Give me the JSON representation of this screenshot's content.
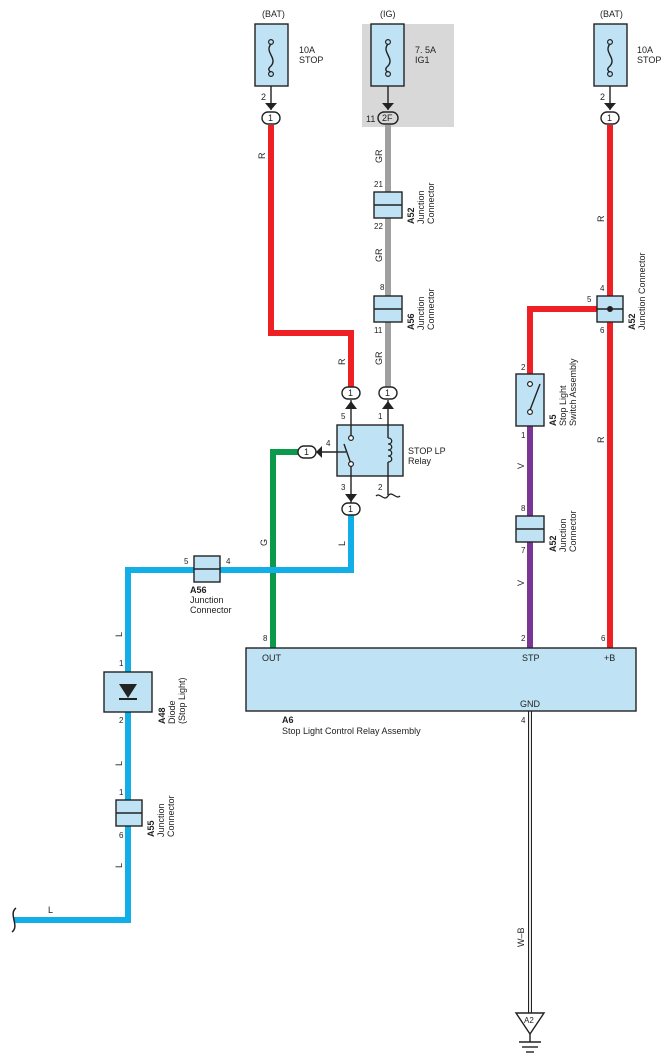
{
  "colors": {
    "red": "#ee2024",
    "gray": "#a0a0a0",
    "green": "#0a9a4a",
    "blue": "#12aee8",
    "purple": "#7b3595",
    "box_fill": "#bfe3f4",
    "ig_shade": "#d8d8d8"
  },
  "fuses": {
    "left": {
      "source": "(BAT)",
      "rating": "10A",
      "name": "STOP",
      "pin": "2",
      "conn": "1"
    },
    "middle": {
      "source": "(IG)",
      "rating": "7. 5A",
      "name": "IG1",
      "pin": "11",
      "conn": "2F"
    },
    "right": {
      "source": "(BAT)",
      "rating": "10A",
      "name": "STOP",
      "pin": "2",
      "conn": "1"
    }
  },
  "wires": {
    "r1": "R",
    "r2": "R",
    "gr1": "GR",
    "gr2": "GR",
    "gr3": "GR",
    "r3": "R",
    "r4": "R",
    "g": "G",
    "l1": "L",
    "l2": "L",
    "l3": "L",
    "l4": "L",
    "l5": "L",
    "v1": "V",
    "v2": "V",
    "wb": "W–B"
  },
  "connectors": {
    "a52_mid": {
      "code": "A52",
      "name": "Junction",
      "name2": "Connector",
      "pin_top": "21",
      "pin_bottom": "22"
    },
    "a56_mid": {
      "code": "A56",
      "name": "Junction",
      "name2": "Connector",
      "pin_top": "8",
      "pin_bottom": "11"
    },
    "a52_right": {
      "code": "A52",
      "name": "Junction Connector",
      "pin_top": "4",
      "pin_left": "5",
      "pin_bottom": "6"
    },
    "a52_lower": {
      "code": "A52",
      "name": "Junction",
      "name2": "Connector",
      "pin_top": "8",
      "pin_bottom": "7"
    },
    "a56_left": {
      "code": "A56",
      "name": "Junction",
      "name2": "Connector",
      "pin_left": "5",
      "pin_right": "4"
    },
    "a55": {
      "code": "A55",
      "name": "Junction",
      "name2": "Connector",
      "pin_top": "1",
      "pin_bottom": "6"
    }
  },
  "relay": {
    "name": "STOP LP",
    "name2": "Relay",
    "pin_top_left": "5",
    "pin_top_right": "1",
    "pin_left": "4",
    "pin_bottom_left": "3",
    "pin_bottom_right": "2",
    "conn1": "1",
    "conn2": "1",
    "conn3": "1",
    "conn4": "1"
  },
  "switch": {
    "code": "A5",
    "name": "Stop Light",
    "name2": "Switch Assembly",
    "pin_top": "2",
    "pin_bottom": "1"
  },
  "diode": {
    "code": "A48",
    "name": "Diode",
    "name2": "(Stop Light)",
    "pin_top": "1",
    "pin_bottom": "2"
  },
  "control": {
    "code": "A6",
    "name": "Stop Light Control Relay Assembly",
    "out": "OUT",
    "stp": "STP",
    "plusb": "+B",
    "gnd": "GND",
    "pin_out": "8",
    "pin_stp": "2",
    "pin_plusb": "6",
    "pin_gnd": "4"
  },
  "ground": {
    "label": "A2"
  }
}
